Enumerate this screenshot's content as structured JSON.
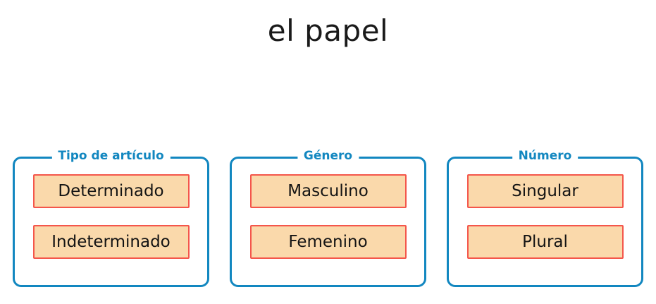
{
  "page": {
    "background_color": "#ffffff",
    "title": "el papel"
  },
  "palette": {
    "group_border": "#1287c0",
    "legend_text": "#1287c0",
    "chip_fill": "#fad9ab",
    "chip_border": "#f4564b",
    "chip_text": "#141414",
    "title_text": "#1a1a1a"
  },
  "groups": [
    {
      "legend": "Tipo de artículo",
      "options": [
        {
          "label": "Determinado"
        },
        {
          "label": "Indeterminado"
        }
      ]
    },
    {
      "legend": "Género",
      "options": [
        {
          "label": "Masculino"
        },
        {
          "label": "Femenino"
        }
      ]
    },
    {
      "legend": "Número",
      "options": [
        {
          "label": "Singular"
        },
        {
          "label": "Plural"
        }
      ]
    }
  ]
}
